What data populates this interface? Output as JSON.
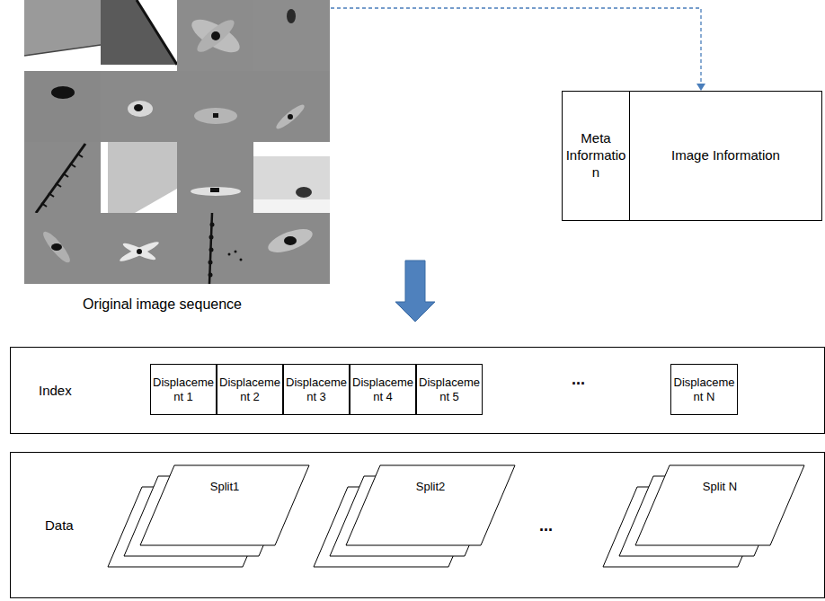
{
  "diagram": {
    "nodes": [
      {
        "text": [
          "Meta Information"
        ]
      },
      {
        "text": [
          "Image Information"
        ]
      },
      {
        "text": [
          "Index"
        ]
      },
      {
        "text": [
          "Displacement 1"
        ],
        "in": 2
      },
      {
        "text": [
          "Displacement 2"
        ],
        "in": 2
      },
      {
        "text": [
          "Displacement 3"
        ],
        "in": 2
      },
      {
        "text": [
          "Displacement 4"
        ],
        "in": 2
      },
      {
        "text": [
          "Displacement 5"
        ],
        "in": 2
      },
      {
        "text": [
          "Displacement N"
        ],
        "in": 2
      },
      {
        "text": [
          "Data"
        ]
      },
      {
        "text": [
          "Split1"
        ],
        "in": 9
      },
      {
        "text": [
          "Split2"
        ],
        "in": 9
      },
      {
        "text": [
          "Split N"
        ],
        "in": 9
      }
    ],
    "labels": [
      "Original image sequence",
      "...",
      "..."
    ]
  }
}
